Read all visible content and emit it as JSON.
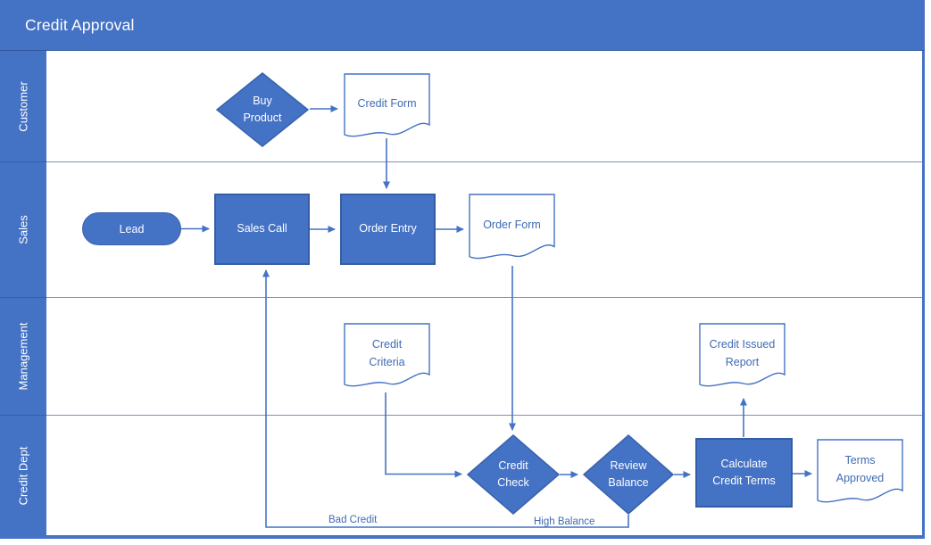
{
  "title": "Credit Approval",
  "colors": {
    "accent_blue": "#4472C4",
    "shape_border": "#2F5597",
    "document_text": "#3F6AB4",
    "lane_divider": "#7D93B8",
    "text_on_blue": "#FFFFFF"
  },
  "lanes": [
    {
      "label": "Customer"
    },
    {
      "label": "Sales"
    },
    {
      "label": "Management"
    },
    {
      "label": "Credit Dept"
    }
  ],
  "nodes": {
    "buy_product": {
      "label": "Buy Product",
      "type": "decision",
      "lane": "Customer"
    },
    "credit_form": {
      "label": "Credit Form",
      "type": "document",
      "lane": "Customer"
    },
    "lead": {
      "label": "Lead",
      "type": "start",
      "lane": "Sales"
    },
    "sales_call": {
      "label": "Sales Call",
      "type": "process",
      "lane": "Sales"
    },
    "order_entry": {
      "label": "Order Entry",
      "type": "process",
      "lane": "Sales"
    },
    "order_form": {
      "label": "Order Form",
      "type": "document",
      "lane": "Sales"
    },
    "credit_criteria": {
      "label": "Credit Criteria",
      "type": "document",
      "lane": "Management"
    },
    "credit_issued_report": {
      "label": "Credit Issued Report",
      "type": "document",
      "lane": "Management"
    },
    "credit_check": {
      "label": "Credit Check",
      "type": "decision",
      "lane": "Credit Dept"
    },
    "review_balance": {
      "label": "Review Balance",
      "type": "decision",
      "lane": "Credit Dept"
    },
    "calculate_credit_terms": {
      "label": "Calculate Credit Terms",
      "type": "process",
      "lane": "Credit Dept"
    },
    "terms_approved": {
      "label": "Terms Approved",
      "type": "document",
      "lane": "Credit Dept"
    }
  },
  "edge_labels": {
    "bad_credit": "Bad Credit",
    "high_balance": "High Balance"
  },
  "edges": [
    {
      "from": "buy_product",
      "to": "credit_form",
      "label": ""
    },
    {
      "from": "credit_form",
      "to": "order_entry",
      "label": ""
    },
    {
      "from": "lead",
      "to": "sales_call",
      "label": ""
    },
    {
      "from": "sales_call",
      "to": "order_entry",
      "label": ""
    },
    {
      "from": "order_entry",
      "to": "order_form",
      "label": ""
    },
    {
      "from": "order_form",
      "to": "credit_check",
      "label": ""
    },
    {
      "from": "credit_criteria",
      "to": "credit_check",
      "label": ""
    },
    {
      "from": "credit_check",
      "to": "review_balance",
      "label": ""
    },
    {
      "from": "review_balance",
      "to": "calculate_credit_terms",
      "label": ""
    },
    {
      "from": "calculate_credit_terms",
      "to": "credit_issued_report",
      "label": ""
    },
    {
      "from": "calculate_credit_terms",
      "to": "terms_approved",
      "label": ""
    },
    {
      "from": "review_balance",
      "to": "sales_call",
      "label": "High Balance / Bad Credit"
    }
  ]
}
